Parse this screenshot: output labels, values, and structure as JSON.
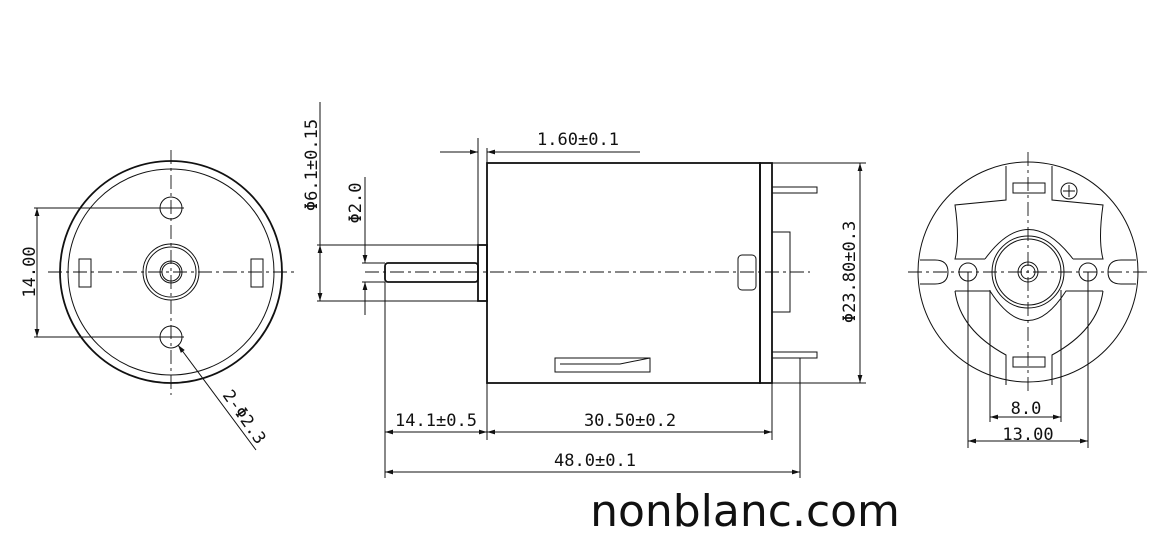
{
  "front_view": {
    "hole_spacing": "14.00",
    "hole_callout": "2-Φ2.3"
  },
  "side_view": {
    "bushing_diameter": "Φ6.1±0.15",
    "shaft_diameter": "Φ2.0",
    "bushing_length": "1.60±0.1",
    "body_diameter": "Φ23.80±0.3",
    "shaft_length": "14.1±0.5",
    "body_length": "30.50±0.2",
    "overall_length": "48.0±0.1"
  },
  "rear_view": {
    "inner_width": "8.0",
    "hole_spacing": "13.00"
  },
  "watermark": "nonblanc.com"
}
